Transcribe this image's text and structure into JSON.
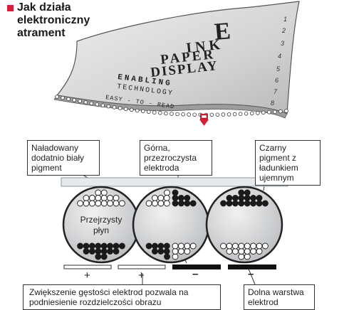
{
  "title": "Jak działa elektroniczny atrament",
  "sheet": {
    "line1": "E",
    "line2": "INK",
    "line3": "PAPER",
    "line4": "DISPLAY",
    "line5": "ENABLING",
    "line6": "TECHNOLOGY",
    "line7": "EASY - TO - READ",
    "numbers": [
      "1",
      "2",
      "3",
      "4",
      "5",
      "6",
      "7",
      "8"
    ]
  },
  "labels": {
    "white_pigment": "Naładowany dodatnio biały pigment",
    "top_electrode": "Górna, przezroczysta elektroda",
    "black_pigment": "Czarny pigment z ładunkiem ujemnym",
    "fluid": "Przejrzysty płyn",
    "density": "Zwiększenie gęstości elektrod pozwala na podniesienie rozdzielczości obrazu",
    "bottom_electrode": "Dolna warstwa elektrod"
  },
  "electrodes": [
    "+",
    "+",
    "–",
    "–"
  ],
  "colors": {
    "accent": "#d6203a",
    "pigment_black": "#1a1a1a",
    "capsule_fill": "#d8dadc",
    "electrode_top": "#e6eaec"
  }
}
